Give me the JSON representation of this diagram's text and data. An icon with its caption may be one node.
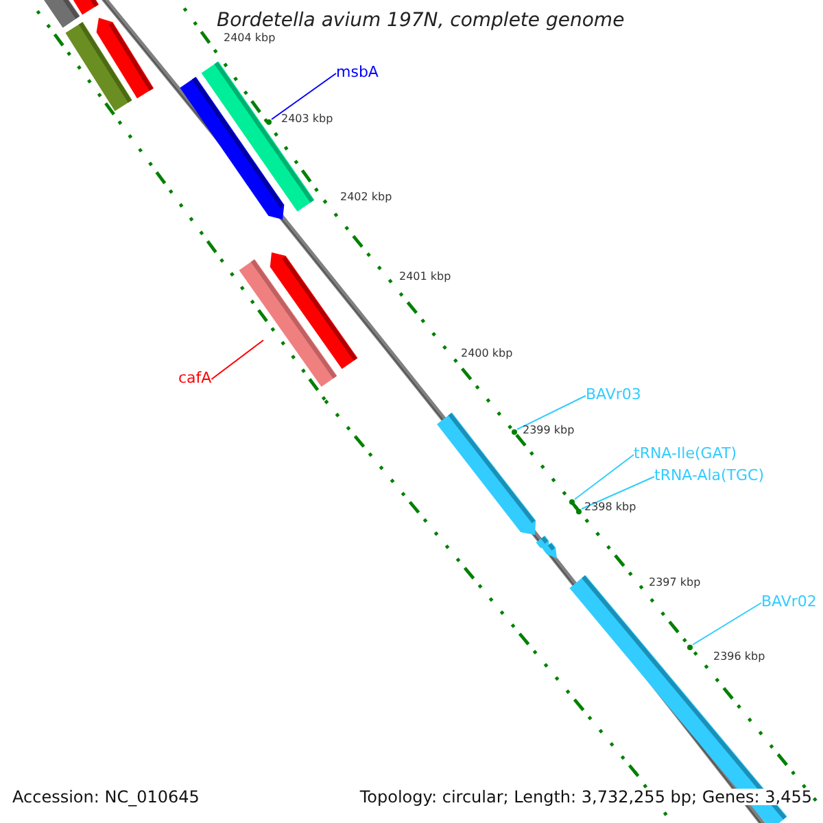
{
  "diagram": {
    "title": "Bordetella avium 197N, complete genome",
    "nodes": [
      {
        "text": [
          "msbA"
        ]
      },
      {
        "text": [
          "cafA"
        ]
      },
      {
        "text": [
          "BAVr03"
        ]
      },
      {
        "text": [
          "tRNA-Ile(GAT)"
        ]
      },
      {
        "text": [
          "tRNA-Ala(TGC)"
        ]
      },
      {
        "text": [
          "BAVr02"
        ]
      },
      {
        "text": [],
        "shape": "dot"
      },
      {
        "text": [],
        "shape": "dot"
      },
      {
        "text": [],
        "shape": "dot"
      },
      {
        "text": [],
        "shape": "dot"
      },
      {
        "text": [],
        "shape": "dot"
      }
    ],
    "edges": [
      {
        "from": 0,
        "to": 6,
        "arrow": "none",
        "color": "#0000ff"
      },
      {
        "from": 1,
        "to": null,
        "arrow": "none",
        "color": "#ff0000"
      },
      {
        "from": 2,
        "to": 7,
        "arrow": "none"
      },
      {
        "from": 3,
        "to": 8,
        "arrow": "none"
      },
      {
        "from": 4,
        "to": 9,
        "arrow": "none"
      },
      {
        "from": 5,
        "to": 10,
        "arrow": "none"
      }
    ],
    "labels": [
      "2404 kbp",
      "2403 kbp",
      "2402 kbp",
      "2401 kbp",
      "2400 kbp",
      "2399 kbp",
      "2398 kbp",
      "2397 kbp",
      "2396 kbp",
      "Accession: NC_010645",
      "Topology: circular; Length: 3,732,255 bp; Genes: 3,455"
    ]
  }
}
